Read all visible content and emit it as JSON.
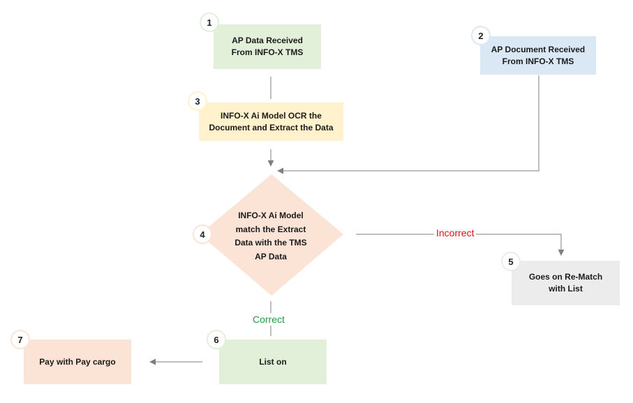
{
  "colors": {
    "green": "#e2efd9",
    "blue": "#dae8f5",
    "yellow": "#fff2cc",
    "orange": "#fbe3d5",
    "gray": "#ececec",
    "line": "#7f7f7f",
    "correct": "#1f9d3f",
    "incorrect": "#d9121a"
  },
  "nodes": {
    "n1": {
      "badge": "1",
      "label": "AP Data Received\nFrom INFO-X TMS"
    },
    "n2": {
      "badge": "2",
      "label": "AP Document Received\nFrom INFO-X TMS"
    },
    "n3": {
      "badge": "3",
      "label": "INFO-X Ai Model OCR the\nDocument and Extract the Data"
    },
    "n4": {
      "badge": "4",
      "label": "INFO-X Ai Model\nmatch the Extract\nData with the TMS\nAP Data"
    },
    "n5": {
      "badge": "5",
      "label": "Goes on Re-Match\nwith List"
    },
    "n6": {
      "badge": "6",
      "label": "List on"
    },
    "n7": {
      "badge": "7",
      "label": "Pay with Pay cargo"
    }
  },
  "edges": {
    "correct": "Correct",
    "incorrect": "Incorrect"
  }
}
